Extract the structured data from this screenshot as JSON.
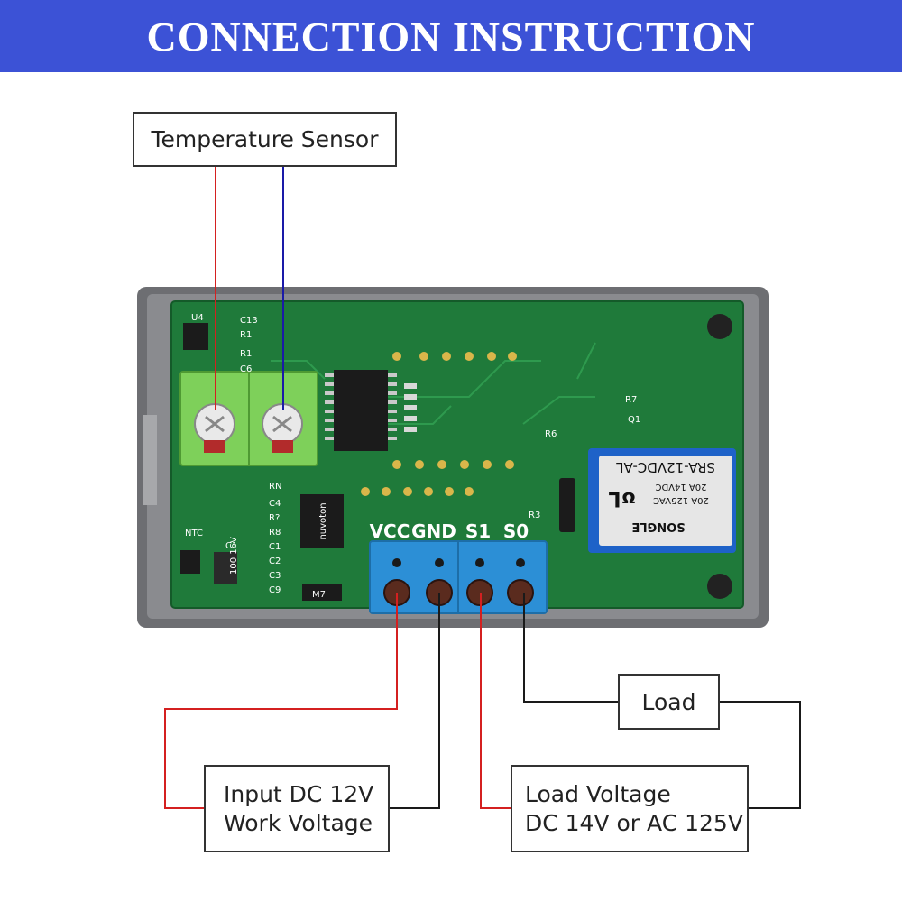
{
  "header": {
    "title": "CONNECTION INSTRUCTION"
  },
  "labels": {
    "temperature_sensor": "Temperature Sensor",
    "load": "Load",
    "input_line1": "Input DC 12V",
    "input_line2": "Work Voltage",
    "load_voltage_line1": "Load Voltage",
    "load_voltage_line2": "DC 14V or AC 125V"
  },
  "terminals": {
    "vcc": "VCC",
    "gnd": "GND",
    "s1": "S1",
    "s0": "S0"
  },
  "pcb": {
    "u4": "U4",
    "c13": "C13",
    "r1": "R1",
    "r1b": "R1",
    "c6": "C6",
    "rn": "RN",
    "c4": "C4",
    "r9": "R?",
    "r8": "R8",
    "c1": "C1",
    "c2": "C2",
    "c3": "C3",
    "c9": "C9",
    "ntc": "NTC",
    "c1b": "C1",
    "cap_text": "100 16V",
    "m7": "M7",
    "r7": "R7",
    "q1": "Q1",
    "r6": "R6",
    "r3": "R3",
    "chip_text": "nuvoton"
  },
  "relay": {
    "model": "SRA-12VDC-AL",
    "rating1": "20A 14VDC",
    "rating2": "20A 125VAC",
    "brand": "SONGLE"
  },
  "colors": {
    "banner": "#3c52d6",
    "wire_red": "#d42020",
    "wire_blue": "#1a1aa8",
    "wire_black": "#1a1a1a",
    "pcb": "#1f7a3a",
    "terminal_blue": "#2c8fd6",
    "terminal_green": "#7ed05a",
    "relay_blue": "#1e62c8"
  }
}
